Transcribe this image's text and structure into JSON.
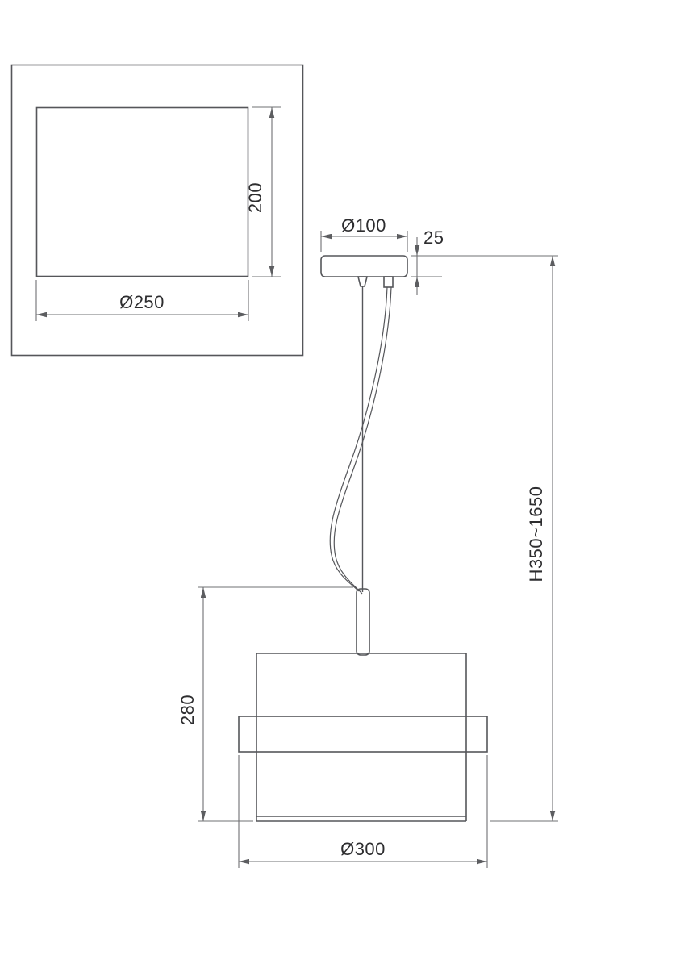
{
  "drawing": {
    "kind": "pendant-lamp-technical-dimension-drawing",
    "labels": {
      "top_view_height": "200",
      "top_view_diameter": "Ø250",
      "canopy_diameter": "Ø100",
      "canopy_thickness": "25",
      "shade_assembly_height": "280",
      "shade_diameter": "Ø300",
      "overall_height_range": "H350~1650"
    },
    "colors": {
      "object_line": "#55565a",
      "dimension_line": "#6f7073",
      "arrow": "#5c5d60",
      "text": "#2d2d2f"
    }
  }
}
